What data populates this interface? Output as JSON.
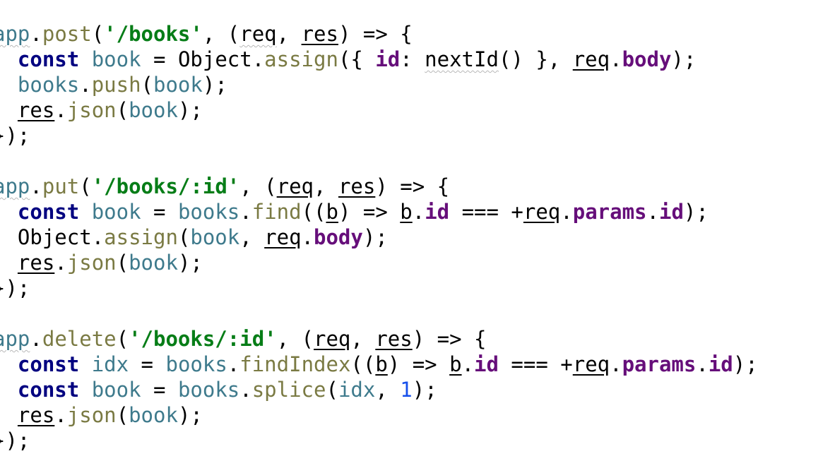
{
  "editor": {
    "language": "javascript",
    "colors": {
      "plain": "#000000",
      "variable": "#3e7a8c",
      "method": "#7a7a43",
      "keyword": "#000080",
      "string": "#067d17",
      "property": "#660e7a",
      "number": "#1750eb"
    },
    "lines": [
      [
        {
          "t": "app",
          "c": "var",
          "w": true
        },
        {
          "t": ".",
          "c": "plain"
        },
        {
          "t": "post",
          "c": "fn"
        },
        {
          "t": "(",
          "c": "plain"
        },
        {
          "t": "'/books'",
          "c": "str"
        },
        {
          "t": ", (",
          "c": "plain"
        },
        {
          "t": "req",
          "c": "param",
          "w": true
        },
        {
          "t": ", ",
          "c": "plain"
        },
        {
          "t": "res",
          "c": "param"
        },
        {
          "t": ") => {",
          "c": "plain"
        }
      ],
      [
        {
          "t": "  ",
          "c": "plain"
        },
        {
          "t": "const",
          "c": "kw"
        },
        {
          "t": " ",
          "c": "plain"
        },
        {
          "t": "book",
          "c": "var"
        },
        {
          "t": " = ",
          "c": "plain"
        },
        {
          "t": "Object",
          "c": "ident"
        },
        {
          "t": ".",
          "c": "plain"
        },
        {
          "t": "assign",
          "c": "fn"
        },
        {
          "t": "({ ",
          "c": "plain"
        },
        {
          "t": "id",
          "c": "prop"
        },
        {
          "t": ": ",
          "c": "plain"
        },
        {
          "t": "nextId",
          "c": "ident",
          "w": true
        },
        {
          "t": "() }, ",
          "c": "plain"
        },
        {
          "t": "req",
          "c": "param"
        },
        {
          "t": ".",
          "c": "plain"
        },
        {
          "t": "body",
          "c": "prop"
        },
        {
          "t": ");",
          "c": "plain"
        }
      ],
      [
        {
          "t": "  ",
          "c": "plain"
        },
        {
          "t": "books",
          "c": "var"
        },
        {
          "t": ".",
          "c": "plain"
        },
        {
          "t": "push",
          "c": "fn"
        },
        {
          "t": "(",
          "c": "plain"
        },
        {
          "t": "book",
          "c": "var"
        },
        {
          "t": ");",
          "c": "plain"
        }
      ],
      [
        {
          "t": "  ",
          "c": "plain"
        },
        {
          "t": "res",
          "c": "param"
        },
        {
          "t": ".",
          "c": "plain"
        },
        {
          "t": "json",
          "c": "fn"
        },
        {
          "t": "(",
          "c": "plain"
        },
        {
          "t": "book",
          "c": "var"
        },
        {
          "t": ");",
          "c": "plain"
        }
      ],
      [
        {
          "t": "});",
          "c": "plain"
        }
      ],
      [],
      [
        {
          "t": "app",
          "c": "var",
          "w": true
        },
        {
          "t": ".",
          "c": "plain"
        },
        {
          "t": "put",
          "c": "fn"
        },
        {
          "t": "(",
          "c": "plain"
        },
        {
          "t": "'/books/:id'",
          "c": "str"
        },
        {
          "t": ", (",
          "c": "plain"
        },
        {
          "t": "req",
          "c": "param"
        },
        {
          "t": ", ",
          "c": "plain"
        },
        {
          "t": "res",
          "c": "param"
        },
        {
          "t": ") => {",
          "c": "plain"
        }
      ],
      [
        {
          "t": "  ",
          "c": "plain"
        },
        {
          "t": "const",
          "c": "kw"
        },
        {
          "t": " ",
          "c": "plain"
        },
        {
          "t": "book",
          "c": "var"
        },
        {
          "t": " = ",
          "c": "plain"
        },
        {
          "t": "books",
          "c": "var"
        },
        {
          "t": ".",
          "c": "plain"
        },
        {
          "t": "find",
          "c": "fn"
        },
        {
          "t": "((",
          "c": "plain"
        },
        {
          "t": "b",
          "c": "param"
        },
        {
          "t": ") => ",
          "c": "plain"
        },
        {
          "t": "b",
          "c": "param"
        },
        {
          "t": ".",
          "c": "plain"
        },
        {
          "t": "id",
          "c": "prop"
        },
        {
          "t": " === +",
          "c": "plain"
        },
        {
          "t": "req",
          "c": "param"
        },
        {
          "t": ".",
          "c": "plain"
        },
        {
          "t": "params",
          "c": "prop"
        },
        {
          "t": ".",
          "c": "plain"
        },
        {
          "t": "id",
          "c": "prop"
        },
        {
          "t": ");",
          "c": "plain"
        }
      ],
      [
        {
          "t": "  ",
          "c": "plain"
        },
        {
          "t": "Object",
          "c": "ident"
        },
        {
          "t": ".",
          "c": "plain"
        },
        {
          "t": "assign",
          "c": "fn"
        },
        {
          "t": "(",
          "c": "plain"
        },
        {
          "t": "book",
          "c": "var"
        },
        {
          "t": ", ",
          "c": "plain"
        },
        {
          "t": "req",
          "c": "param"
        },
        {
          "t": ".",
          "c": "plain"
        },
        {
          "t": "body",
          "c": "prop"
        },
        {
          "t": ");",
          "c": "plain"
        }
      ],
      [
        {
          "t": "  ",
          "c": "plain"
        },
        {
          "t": "res",
          "c": "param"
        },
        {
          "t": ".",
          "c": "plain"
        },
        {
          "t": "json",
          "c": "fn"
        },
        {
          "t": "(",
          "c": "plain"
        },
        {
          "t": "book",
          "c": "var"
        },
        {
          "t": ");",
          "c": "plain"
        }
      ],
      [
        {
          "t": "});",
          "c": "plain"
        }
      ],
      [],
      [
        {
          "t": "app",
          "c": "var",
          "w": true
        },
        {
          "t": ".",
          "c": "plain"
        },
        {
          "t": "delete",
          "c": "fn"
        },
        {
          "t": "(",
          "c": "plain"
        },
        {
          "t": "'/books/:id'",
          "c": "str"
        },
        {
          "t": ", (",
          "c": "plain"
        },
        {
          "t": "req",
          "c": "param"
        },
        {
          "t": ", ",
          "c": "plain"
        },
        {
          "t": "res",
          "c": "param"
        },
        {
          "t": ") => {",
          "c": "plain"
        }
      ],
      [
        {
          "t": "  ",
          "c": "plain"
        },
        {
          "t": "const",
          "c": "kw"
        },
        {
          "t": " ",
          "c": "plain"
        },
        {
          "t": "idx",
          "c": "var"
        },
        {
          "t": " = ",
          "c": "plain"
        },
        {
          "t": "books",
          "c": "var"
        },
        {
          "t": ".",
          "c": "plain"
        },
        {
          "t": "findIndex",
          "c": "fn"
        },
        {
          "t": "((",
          "c": "plain"
        },
        {
          "t": "b",
          "c": "param"
        },
        {
          "t": ") => ",
          "c": "plain"
        },
        {
          "t": "b",
          "c": "param"
        },
        {
          "t": ".",
          "c": "plain"
        },
        {
          "t": "id",
          "c": "prop"
        },
        {
          "t": " === +",
          "c": "plain"
        },
        {
          "t": "req",
          "c": "param"
        },
        {
          "t": ".",
          "c": "plain"
        },
        {
          "t": "params",
          "c": "prop"
        },
        {
          "t": ".",
          "c": "plain"
        },
        {
          "t": "id",
          "c": "prop"
        },
        {
          "t": ");",
          "c": "plain"
        }
      ],
      [
        {
          "t": "  ",
          "c": "plain"
        },
        {
          "t": "const",
          "c": "kw"
        },
        {
          "t": " ",
          "c": "plain"
        },
        {
          "t": "book",
          "c": "var"
        },
        {
          "t": " = ",
          "c": "plain"
        },
        {
          "t": "books",
          "c": "var"
        },
        {
          "t": ".",
          "c": "plain"
        },
        {
          "t": "splice",
          "c": "fn"
        },
        {
          "t": "(",
          "c": "plain"
        },
        {
          "t": "idx",
          "c": "var"
        },
        {
          "t": ", ",
          "c": "plain"
        },
        {
          "t": "1",
          "c": "num"
        },
        {
          "t": ");",
          "c": "plain"
        }
      ],
      [
        {
          "t": "  ",
          "c": "plain"
        },
        {
          "t": "res",
          "c": "param"
        },
        {
          "t": ".",
          "c": "plain"
        },
        {
          "t": "json",
          "c": "fn"
        },
        {
          "t": "(",
          "c": "plain"
        },
        {
          "t": "book",
          "c": "var"
        },
        {
          "t": ");",
          "c": "plain"
        }
      ],
      [
        {
          "t": "});",
          "c": "plain"
        }
      ]
    ]
  }
}
